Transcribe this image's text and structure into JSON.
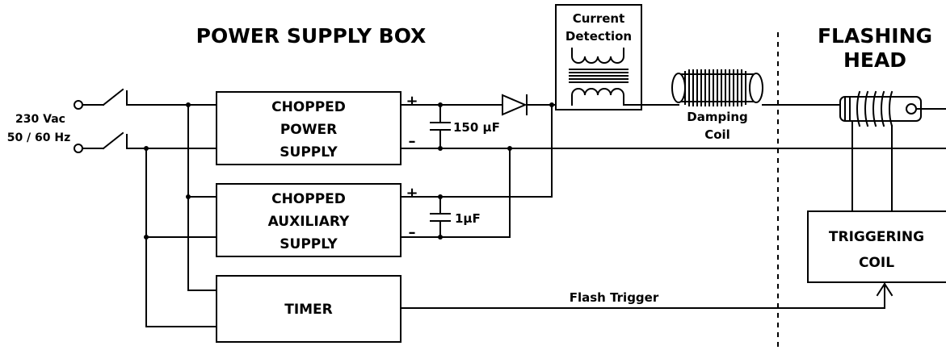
{
  "sections": {
    "power_supply_box": "POWER SUPPLY BOX",
    "flashing_head_line1": "FLASHING",
    "flashing_head_line2": "HEAD"
  },
  "input": {
    "voltage": "230 Vac",
    "frequency": "50 / 60 Hz"
  },
  "blocks": {
    "chopped_power_supply": [
      "CHOPPED",
      "POWER",
      "SUPPLY"
    ],
    "chopped_auxiliary_supply": [
      "CHOPPED",
      "AUXILIARY",
      "SUPPLY"
    ],
    "timer": "TIMER",
    "triggering_coil": [
      "TRIGGERING",
      "COIL"
    ]
  },
  "components": {
    "capacitor_main": "150 μF",
    "capacitor_aux": "1μF",
    "current_detection": [
      "Current",
      "Detection"
    ],
    "damping_coil": [
      "Damping",
      "Coil"
    ],
    "flash_trigger": "Flash Trigger"
  },
  "polarity": {
    "plus": "+",
    "minus": "–"
  }
}
